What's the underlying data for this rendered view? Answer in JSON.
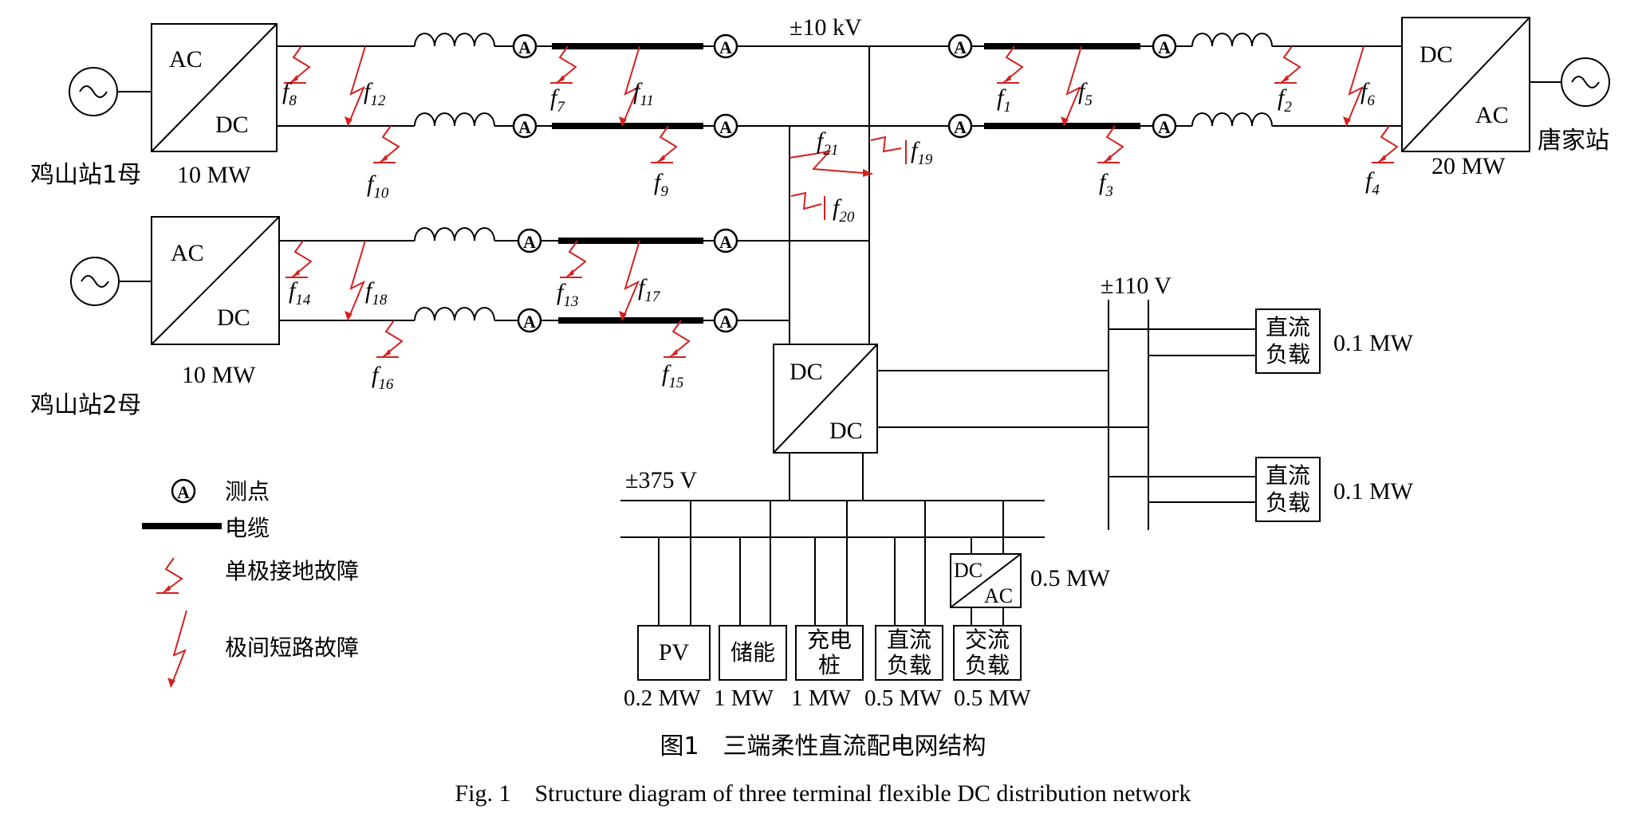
{
  "buses": {
    "medium_voltage": "±10 kV",
    "low_voltage_110": "±110 V",
    "low_voltage_375": "±375 V"
  },
  "stations": {
    "jishan_1": "鸡山站1母",
    "jishan_2": "鸡山站2母",
    "tangjia": "唐家站"
  },
  "converters": {
    "c1": {
      "top": "AC",
      "bottom": "DC",
      "rating": "10 MW"
    },
    "c2": {
      "top": "AC",
      "bottom": "DC",
      "rating": "10 MW"
    },
    "c3": {
      "top": "DC",
      "bottom": "AC",
      "rating": "20 MW"
    },
    "dcdc": {
      "top": "DC",
      "bottom": "DC"
    },
    "dcac_small": {
      "top": "DC",
      "bottom": "AC",
      "rating": "0.5 MW"
    }
  },
  "dc_loads_110": [
    {
      "line1": "直流",
      "line2": "负载",
      "rating": "0.1 MW"
    },
    {
      "line1": "直流",
      "line2": "负载",
      "rating": "0.1 MW"
    }
  ],
  "loads_375": [
    {
      "line1": "PV",
      "line2": "",
      "rating": "0.2 MW"
    },
    {
      "line1": "储能",
      "line2": "",
      "rating": "1 MW"
    },
    {
      "line1": "充电",
      "line2": "桩",
      "rating": "1 MW"
    },
    {
      "line1": "直流",
      "line2": "负载",
      "rating": "0.5 MW"
    },
    {
      "line1": "交流",
      "line2": "负载",
      "rating": "0.5 MW"
    }
  ],
  "measure_symbol": "A",
  "faults": {
    "f1": "1",
    "f2": "2",
    "f3": "3",
    "f4": "4",
    "f5": "5",
    "f6": "6",
    "f7": "7",
    "f8": "8",
    "f9": "9",
    "f10": "10",
    "f11": "11",
    "f12": "12",
    "f13": "13",
    "f14": "14",
    "f15": "15",
    "f16": "16",
    "f17": "17",
    "f18": "18",
    "f19": "19",
    "f20": "20",
    "f21": "21"
  },
  "fault_letter": "f",
  "legend": {
    "measure": "测点",
    "cable": "电缆",
    "ground_fault": "单极接地故障",
    "short_fault": "极间短路故障"
  },
  "caption": {
    "cn": "图1　三端柔性直流配电网结构",
    "en": "Fig. 1　Structure diagram of three terminal flexible DC distribution network"
  },
  "colors": {
    "fault": "#d42020",
    "line": "#000000"
  }
}
